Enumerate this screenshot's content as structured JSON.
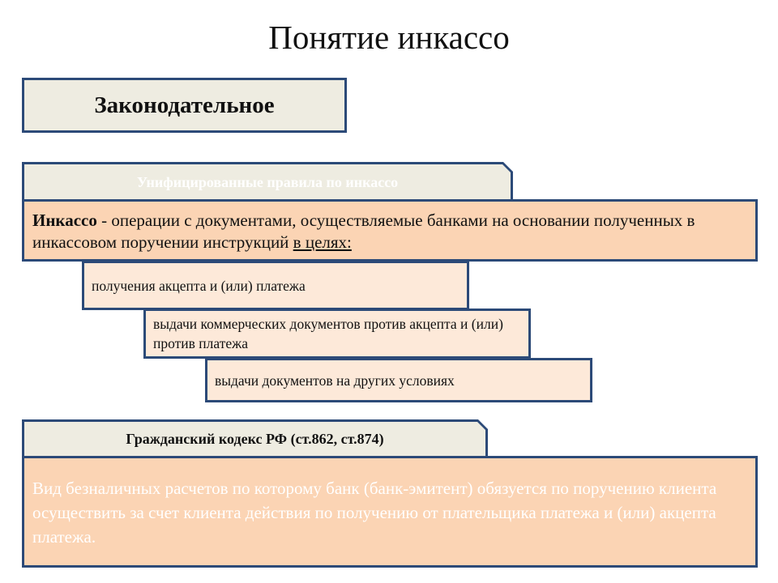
{
  "title": "Понятие инкассо",
  "legislative": "Законодательное",
  "urc": {
    "tab": "Унифицированные правила по инкассо",
    "term": "Инкассо",
    "definition": " - операции с документами, осуществляемые банками на основании полученных в инкассовом поручении инструкций ",
    "purpose": "в целях:",
    "goals": [
      "получения акцепта и (или) платежа",
      "выдачи коммерческих документов против акцепта и (или) против платежа",
      "выдачи документов на других условиях"
    ]
  },
  "civil_code": {
    "tab": "Гражданский кодекс РФ (ст.862, ст.874)",
    "definition": "Вид безналичных расчетов по которому банк (банк-эмитент) обязуется по поручению клиента осуществить за счет клиента действия по получению от плательщика платежа и (или) акцепта платежа."
  },
  "colors": {
    "border": "#2c4a78",
    "tab": "#eeece1",
    "orange": "#fbd4b4",
    "light": "#fde9d9"
  }
}
